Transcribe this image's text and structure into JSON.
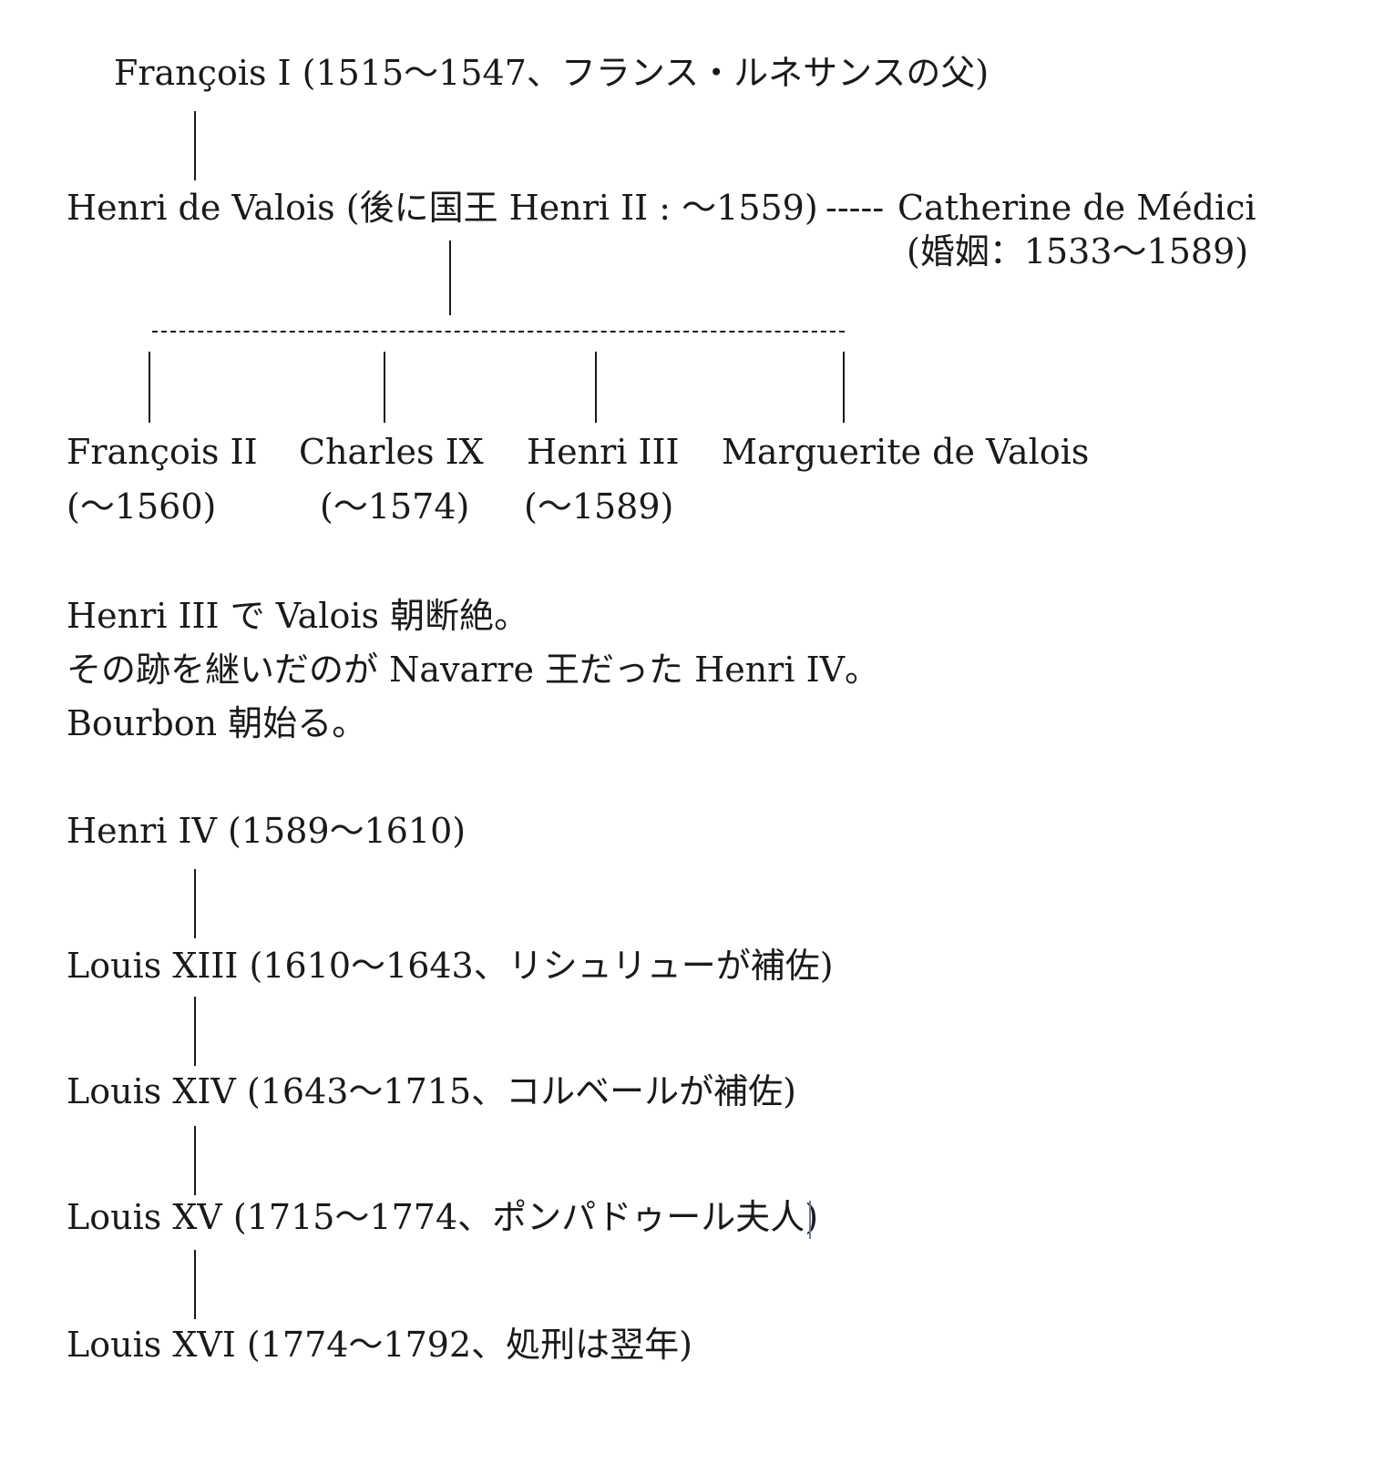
{
  "tree": {
    "francois_i": "François I (1515〜1547、フランス・ルネサンスの父)",
    "henri_ii": "Henri de Valois (後に国王 Henri II : 〜1559)",
    "marriage_link": "-----",
    "catherine": "Catherine de Médici",
    "marriage_years": "(婚姻：1533〜1589)",
    "children": [
      {
        "name": "François II",
        "years": "(〜1560)"
      },
      {
        "name": "Charles IX",
        "years": "(〜1574)"
      },
      {
        "name": "Henri III",
        "years": "(〜1589)"
      },
      {
        "name": "Marguerite de Valois",
        "years": ""
      }
    ]
  },
  "notes": [
    "Henri III で Valois 朝断絶。",
    "その跡を継いだのが Navarre 王だった Henri IV。",
    "Bourbon 朝始る。"
  ],
  "bourbon": [
    "Henri IV (1589〜1610)",
    "Louis XIII (1610〜1643、リシュリューが補佐)",
    "Louis XIV (1643〜1715、コルベールが補佐)",
    "Louis XV (1715〜1774、ポンパドゥール夫人)",
    "Louis XVI (1774〜1792、処刑は翌年)"
  ]
}
